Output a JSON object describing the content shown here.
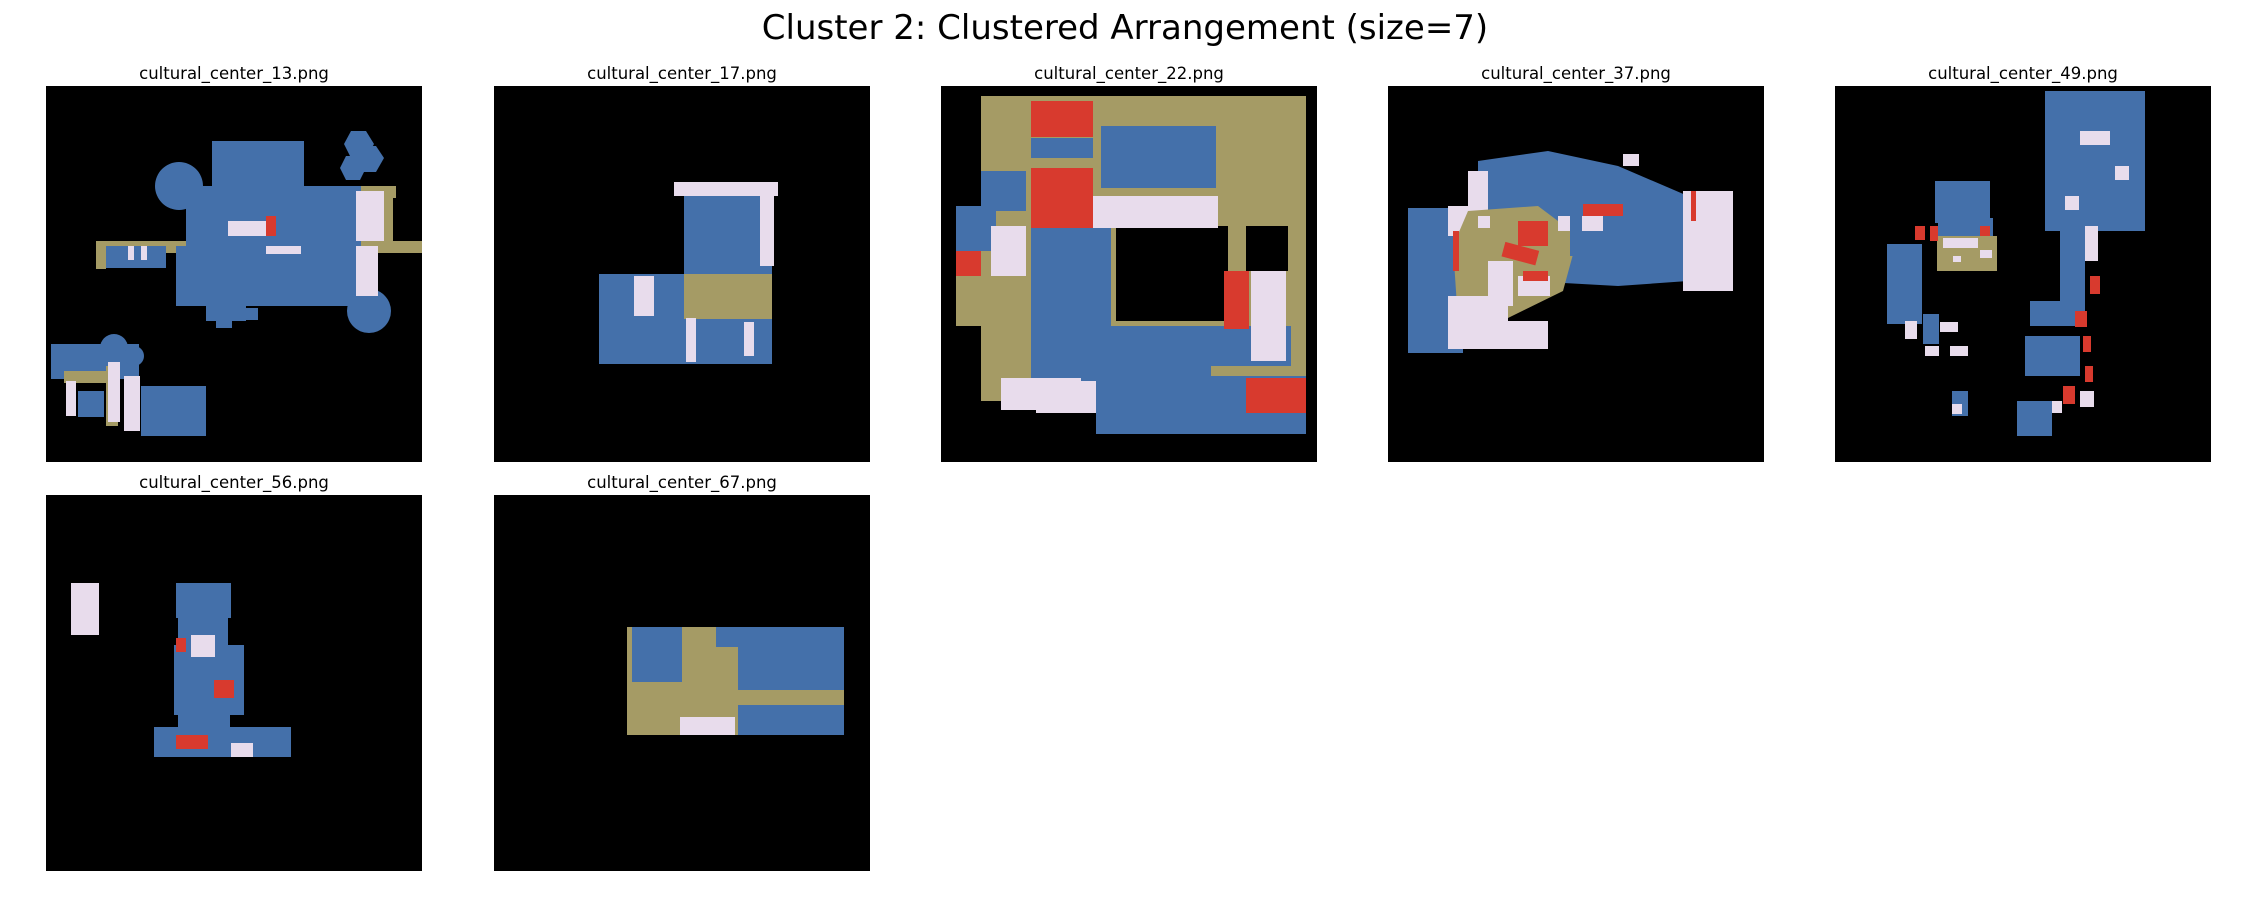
{
  "figure": {
    "title": "Cluster 2: Clustered Arrangement (size=7)"
  },
  "colors": {
    "background": "#000000",
    "room_blue": "#4470aa",
    "corridor_khaki": "#a59b65",
    "accent_red": "#d83a2e",
    "light_lavender": "#e8dcec"
  },
  "panels": [
    {
      "filename": "cultural_center_13.png"
    },
    {
      "filename": "cultural_center_17.png"
    },
    {
      "filename": "cultural_center_22.png"
    },
    {
      "filename": "cultural_center_37.png"
    },
    {
      "filename": "cultural_center_49.png"
    },
    {
      "filename": "cultural_center_56.png"
    },
    {
      "filename": "cultural_center_67.png"
    }
  ]
}
